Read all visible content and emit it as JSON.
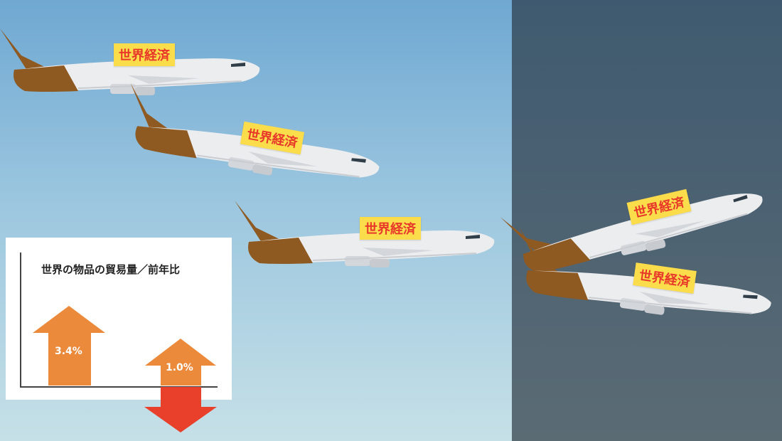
{
  "planes": [
    {
      "label": "世界経済"
    },
    {
      "label": "世界経済"
    },
    {
      "label": "世界経済"
    },
    {
      "label": "世界経済"
    },
    {
      "label": "世界経済"
    }
  ],
  "chart": {
    "title": "世界の物品の貿易量／前年比",
    "bars": [
      {
        "value": "3.4%",
        "direction": "up",
        "color": "#ec8a3c"
      },
      {
        "value": "1.0%",
        "direction": "up-then-down",
        "color": "#ec8a3c",
        "down_color": "#e8402a"
      }
    ]
  },
  "colors": {
    "sky_top": "#6fa8d2",
    "dark_panel": "#3f5a70",
    "label_bg": "#fbdc4b",
    "label_text": "#e8382a",
    "tail": "#8e5a22"
  }
}
